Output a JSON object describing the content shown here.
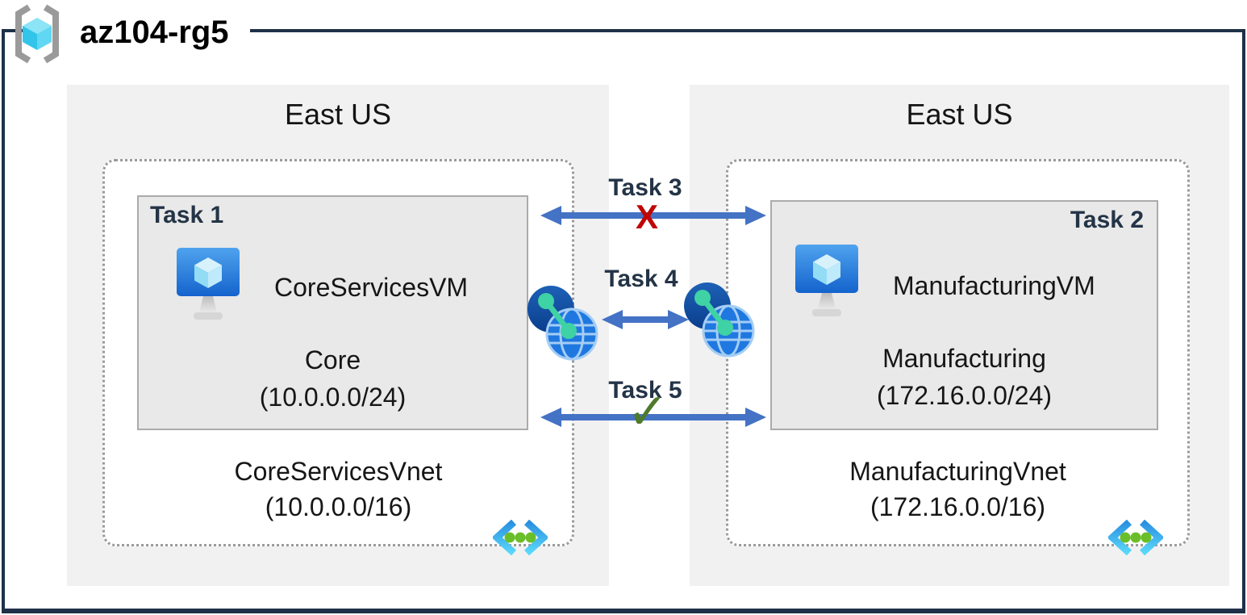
{
  "header": {
    "title": "az104-rg5"
  },
  "regions": [
    {
      "name": "East US",
      "subnet": {
        "task_label": "Task 1",
        "vm_name": "CoreServicesVM",
        "name": "Core",
        "cidr": "(10.0.0.0/24)"
      },
      "vnet": {
        "name": "CoreServicesVnet",
        "cidr": "(10.0.0.0/16)"
      }
    },
    {
      "name": "East US",
      "subnet": {
        "task_label": "Task 2",
        "vm_name": "ManufacturingVM",
        "name": "Manufacturing",
        "cidr": "(172.16.0.0/24)"
      },
      "vnet": {
        "name": "ManufacturingVnet",
        "cidr": "(172.16.0.0/16)"
      }
    }
  ],
  "connections": [
    {
      "label": "Task 3",
      "marker": "X"
    },
    {
      "label": "Task 4"
    },
    {
      "label": "Task 5",
      "marker": "✓"
    }
  ],
  "icons": {
    "resource_group": "bracketed-cube",
    "virtual_machine": "monitor-with-cube",
    "vnet_peering": "linked-globes",
    "virtual_network": "angle-brackets-with-dots"
  },
  "colors": {
    "frame": "#1E3148",
    "arrow": "#4472C4",
    "blocked_x": "#C00505",
    "check": "#4E7A2D",
    "region_bg": "#F1F1F1",
    "subnet_bg": "#E9E9E9"
  }
}
